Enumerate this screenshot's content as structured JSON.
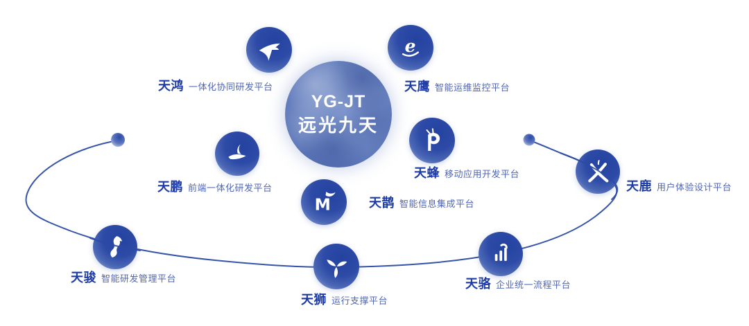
{
  "center": {
    "line1": "YG-JT",
    "line2": "远光九天"
  },
  "platforms": [
    {
      "name": "天鸿",
      "desc": "一体化协同研发平台",
      "icon": "swallow-icon"
    },
    {
      "name": "天鹰",
      "desc": "智能运维监控平台",
      "icon": "eagle-e-icon"
    },
    {
      "name": "天鹏",
      "desc": "前端一体化研发平台",
      "icon": "peng-bird-icon"
    },
    {
      "name": "天蜂",
      "desc": "移动应用开发平台",
      "icon": "bee-p-icon"
    },
    {
      "name": "天鹊",
      "desc": "智能信息集成平台",
      "icon": "magpie-m-icon"
    },
    {
      "name": "天鹿",
      "desc": "用户体验设计平台",
      "icon": "deer-x-icon"
    },
    {
      "name": "天骏",
      "desc": "智能研发管理平台",
      "icon": "horse-head-icon"
    },
    {
      "name": "天狮",
      "desc": "运行支撑平台",
      "icon": "propeller-icon"
    },
    {
      "name": "天骆",
      "desc": "企业统一流程平台",
      "icon": "camel-bars-icon"
    }
  ],
  "colors": {
    "name_blue": "#1d3ba8",
    "desc_blue": "#5066b6",
    "circle_dark": "#24429f",
    "circle_light": "#b3c0e6",
    "orbit_blue": "#2b4aa5",
    "moon_blue": "#6d86c2"
  }
}
